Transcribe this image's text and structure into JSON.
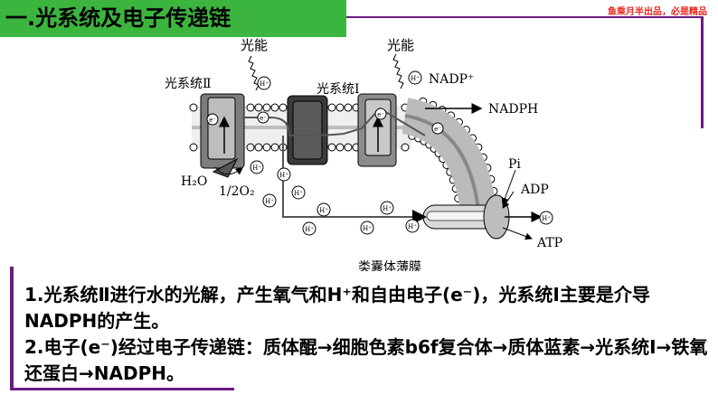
{
  "header": {
    "title": "一.光系统及电子传递链",
    "brand": "鱼乘月半出品，必是精品"
  },
  "diagram": {
    "light_left": "光能",
    "light_right": "光能",
    "psii_label": "光系统Ⅱ",
    "psi_label": "光系统Ⅰ",
    "nadp_plus": "NADP⁺",
    "nadph": "NADPH",
    "water": "H₂O",
    "oxygen": "1/2O₂",
    "pi": "Pi",
    "adp": "ADP",
    "atp": "ATP",
    "membrane": "类囊体薄膜",
    "proton": "H⁺",
    "electron": "e⁻"
  },
  "notes": [
    "1.光系统Ⅱ进行水的光解，产生氧气和H⁺和自由电子(e⁻)，光系统Ⅰ主要是介导NADPH的产生。",
    "2.电子(e⁻)经过电子传递链：质体醌→细胞色素b6f复合体→质体蓝素→光系统Ⅰ→铁氧还蛋白→NADPH。"
  ],
  "colors": {
    "title_bg": "#3cb53f",
    "frame": "#6a1a82",
    "brand": "#e8251f"
  }
}
